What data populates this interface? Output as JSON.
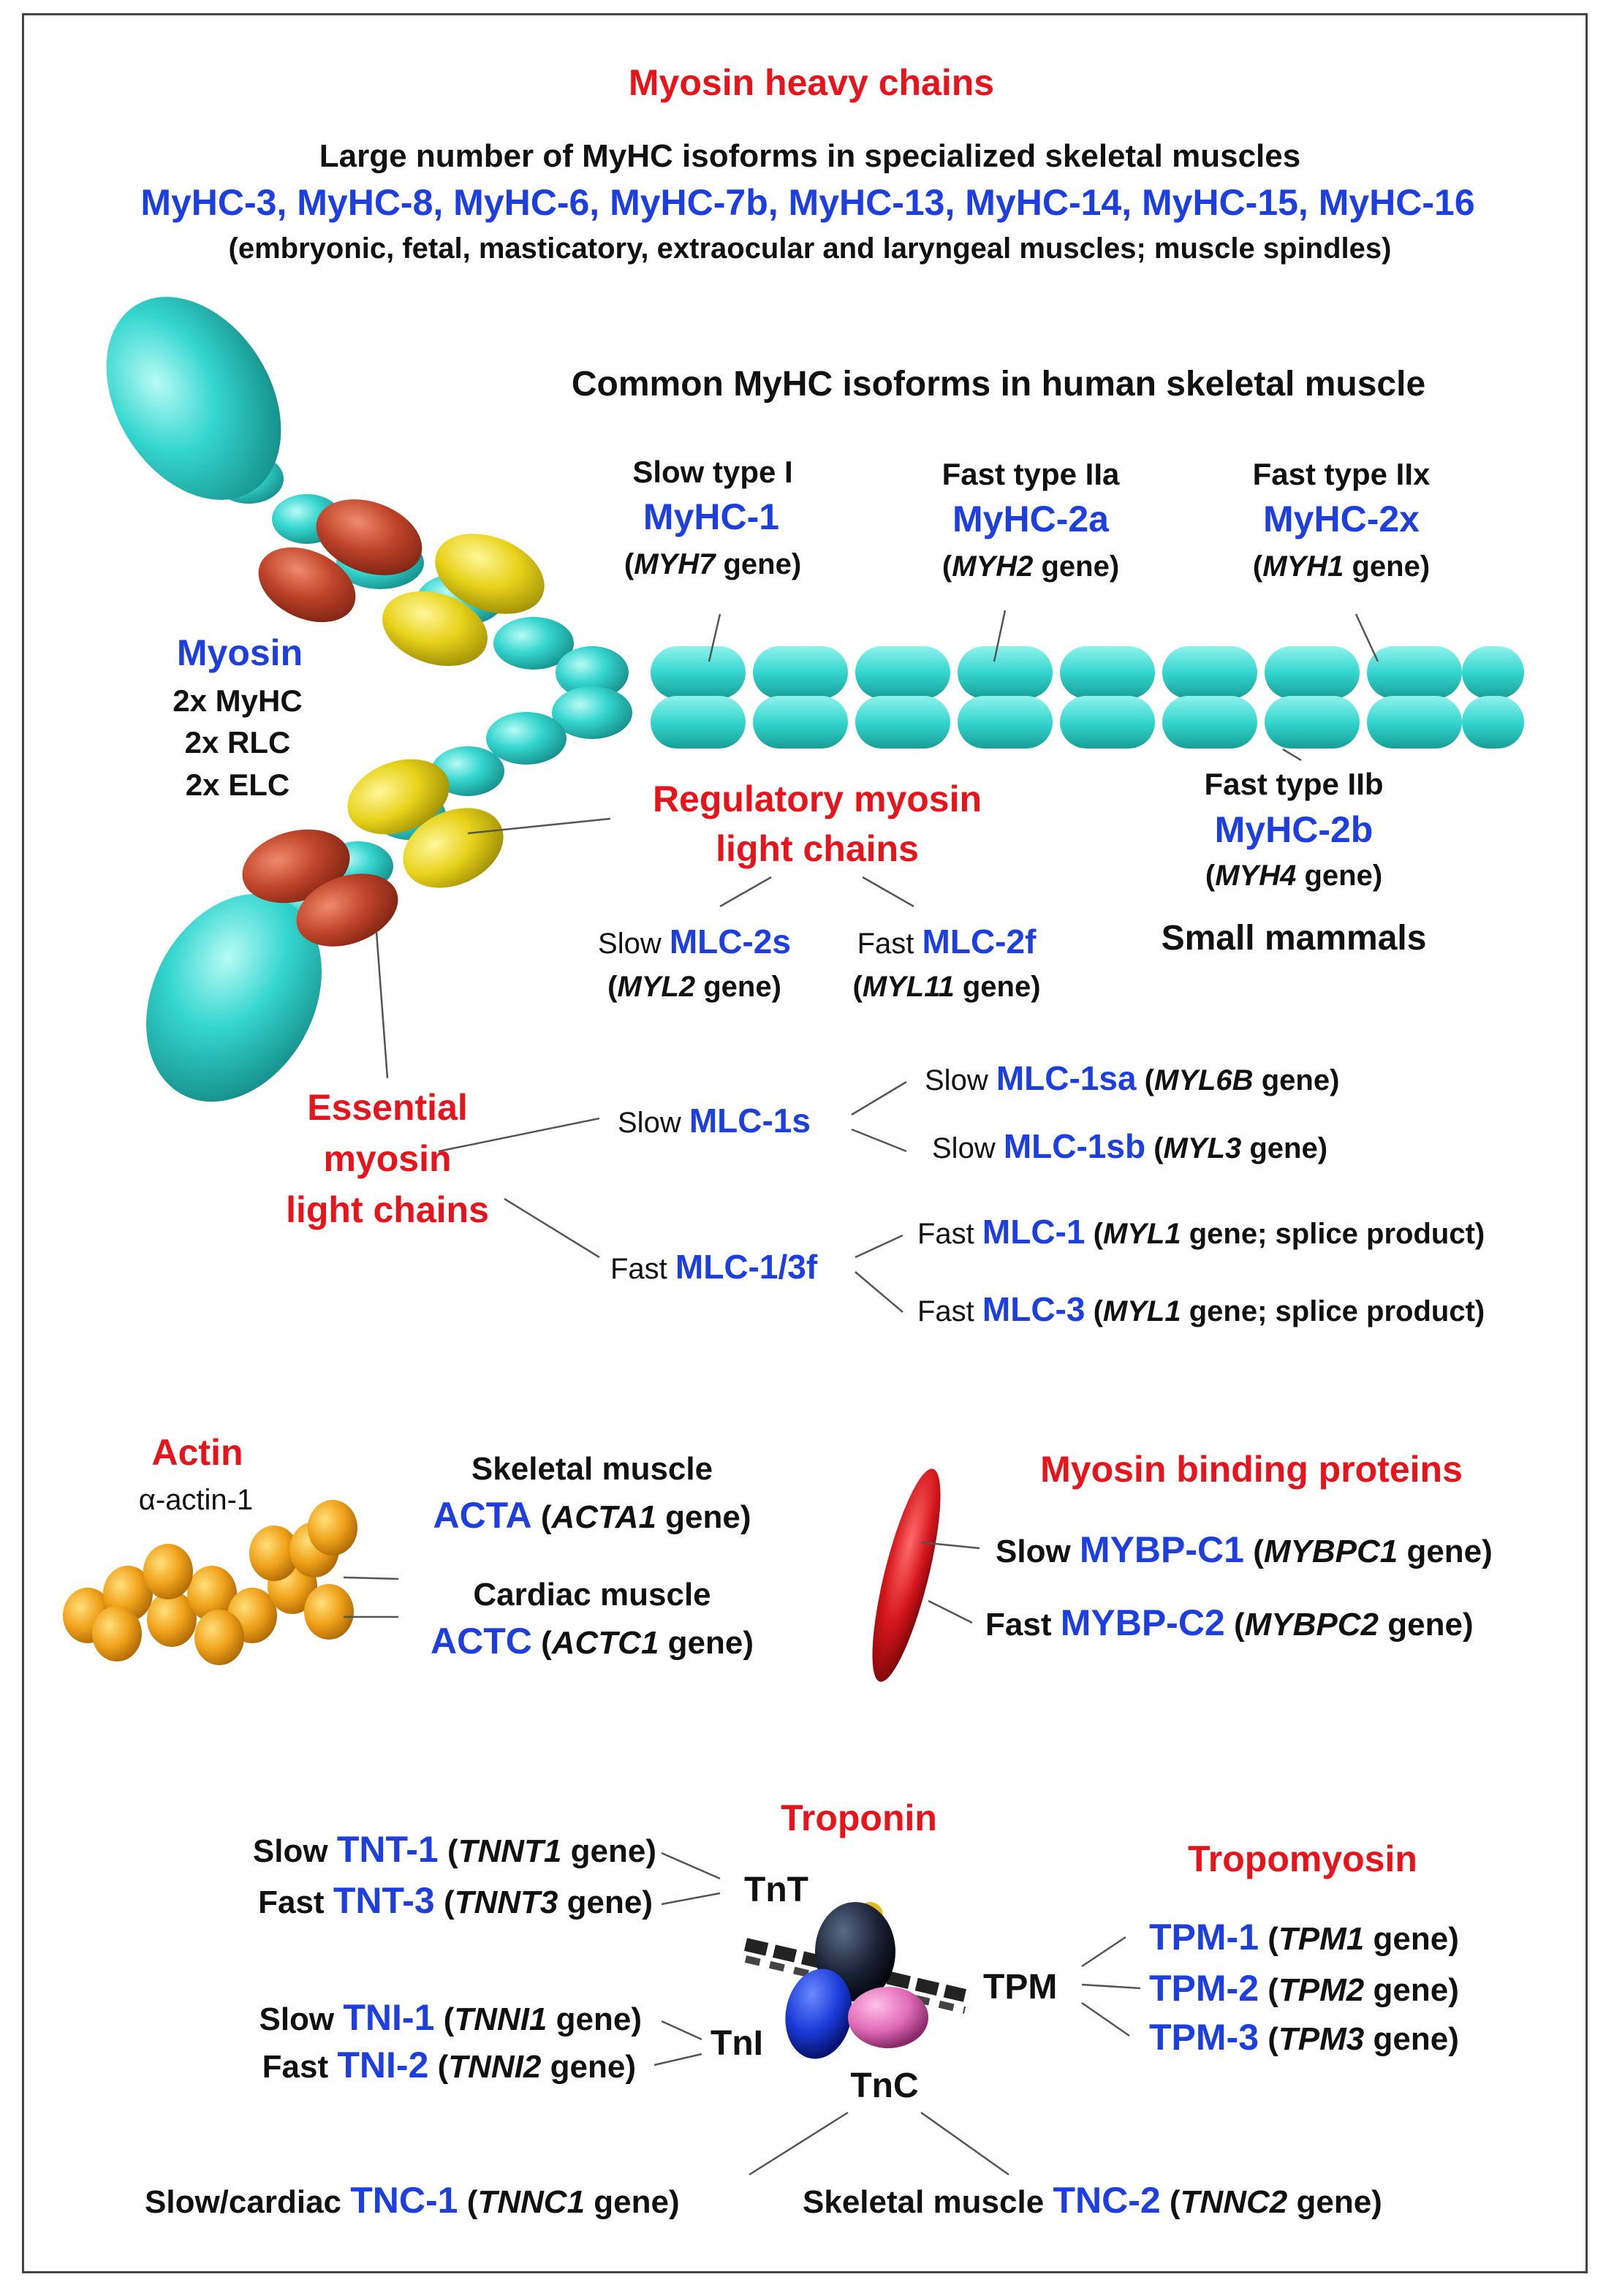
{
  "heavy": {
    "title": "Myosin heavy chains",
    "subtitle": "Large number of MyHC isoforms in specialized skeletal muscles",
    "isoforms": "MyHC-3, MyHC-8, MyHC-6, MyHC-7b, MyHC-13, MyHC-14, MyHC-15, MyHC-16",
    "note": "(embryonic, fetal, masticatory, extraocular and laryngeal muscles; muscle spindles)",
    "common_title": "Common MyHC isoforms in human skeletal muscle",
    "slow_label": "Slow type I",
    "slow_name": "MyHC-1",
    "slow_gene": "MYH7",
    "fast2a_label": "Fast type IIa",
    "fast2a_name": "MyHC-2a",
    "fast2a_gene": "MYH2",
    "fast2x_label": "Fast type IIx",
    "fast2x_name": "MyHC-2x",
    "fast2x_gene": "MYH1",
    "fast2b_label": "Fast type IIb",
    "fast2b_name": "MyHC-2b",
    "fast2b_gene": "MYH4",
    "small_mammals": "Small mammals",
    "gene_word": "gene",
    "open_paren": "(",
    "close_paren": ")"
  },
  "myosin": {
    "title": "Myosin",
    "line1": "2x MyHC",
    "line2": "2x RLC",
    "line3": "2x ELC"
  },
  "rlc": {
    "title_line1": "Regulatory myosin",
    "title_line2": "light chains",
    "slow_prefix": "Slow",
    "slow_name": "MLC-2s",
    "slow_gene": "MYL2",
    "fast_prefix": "Fast",
    "fast_name": "MLC-2f",
    "fast_gene": "MYL11"
  },
  "elc": {
    "title_line1": "Essential",
    "title_line2": "myosin",
    "title_line3": "light chains",
    "slow_prefix": "Slow",
    "slow_name": "MLC-1s",
    "fast_prefix": "Fast",
    "fast_name": "MLC-1/3f",
    "sa_prefix": "Slow",
    "sa_name": "MLC-1sa",
    "sa_gene": "MYL6B",
    "sb_prefix": "Slow",
    "sb_name": "MLC-1sb",
    "sb_gene": "MYL3",
    "f1_prefix": "Fast",
    "f1_name": "MLC-1",
    "f1_gene": "MYL1",
    "f3_prefix": "Fast",
    "f3_name": "MLC-3",
    "f3_gene": "MYL1",
    "splice_suffix": "gene; splice product)"
  },
  "actin": {
    "title": "Actin",
    "subtitle": "α-actin-1",
    "skeletal_label": "Skeletal muscle",
    "skeletal_name": "ACTA",
    "skeletal_gene": "ACTA1",
    "cardiac_label": "Cardiac muscle",
    "cardiac_name": "ACTC",
    "cardiac_gene": "ACTC1"
  },
  "mybp": {
    "title": "Myosin binding proteins",
    "slow_prefix": "Slow",
    "slow_name": "MYBP-C1",
    "slow_gene": "MYBPC1",
    "fast_prefix": "Fast",
    "fast_name": "MYBP-C2",
    "fast_gene": "MYBPC2"
  },
  "troponin": {
    "title": "Troponin",
    "tnt": "TnT",
    "tni": "TnI",
    "tnc": "TnC",
    "tpm": "TPM",
    "tnt1_prefix": "Slow",
    "tnt1_name": "TNT-1",
    "tnt1_gene": "TNNT1",
    "tnt3_prefix": "Fast",
    "tnt3_name": "TNT-3",
    "tnt3_gene": "TNNT3",
    "tni1_prefix": "Slow",
    "tni1_name": "TNI-1",
    "tni1_gene": "TNNI1",
    "tni2_prefix": "Fast",
    "tni2_name": "TNI-2",
    "tni2_gene": "TNNI2",
    "tnc1_prefix": "Slow/cardiac",
    "tnc1_name": "TNC-1",
    "tnc1_gene": "TNNC1",
    "tnc2_prefix": "Skeletal muscle",
    "tnc2_name": "TNC-2",
    "tnc2_gene": "TNNC2"
  },
  "tropomyosin": {
    "title": "Tropomyosin",
    "tpm1_name": "TPM-1",
    "tpm1_gene": "TPM1",
    "tpm2_name": "TPM-2",
    "tpm2_gene": "TPM2",
    "tpm3_name": "TPM-3",
    "tpm3_gene": "TPM3"
  },
  "colors": {
    "title_red": "#e8141b",
    "name_blue": "#1d3fe0",
    "cyan": "#35d6cf",
    "rlc_yellow": "#e8d21a",
    "elc_red": "#c0442a",
    "actin_orange": "#f0a21a",
    "mybp_red": "#d4161c"
  }
}
